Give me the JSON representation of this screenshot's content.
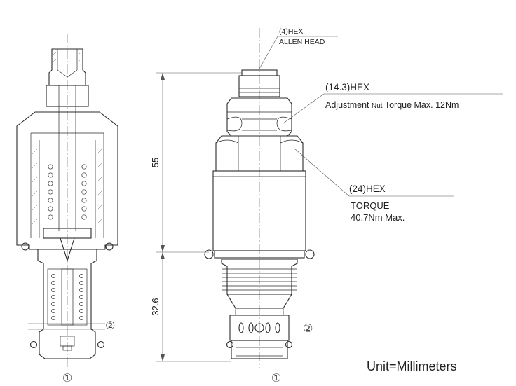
{
  "callouts": {
    "allen_head_size": "(4)HEX",
    "allen_head_label": "ALLEN HEAD",
    "nut_hex": "(14.3)HEX",
    "nut_torque_prefix": "Adjustment ",
    "nut_word": "Nut",
    "nut_torque_suffix": " Torque Max. 12Nm",
    "body_hex": "(24)HEX",
    "body_torque_line1": "TORQUE",
    "body_torque_line2": "40.7Nm Max."
  },
  "dimensions": {
    "upper_length": "55",
    "lower_length": "32.6"
  },
  "ports": {
    "port_1": "①",
    "port_2": "②"
  },
  "units_note": "Unit=Millimeters"
}
